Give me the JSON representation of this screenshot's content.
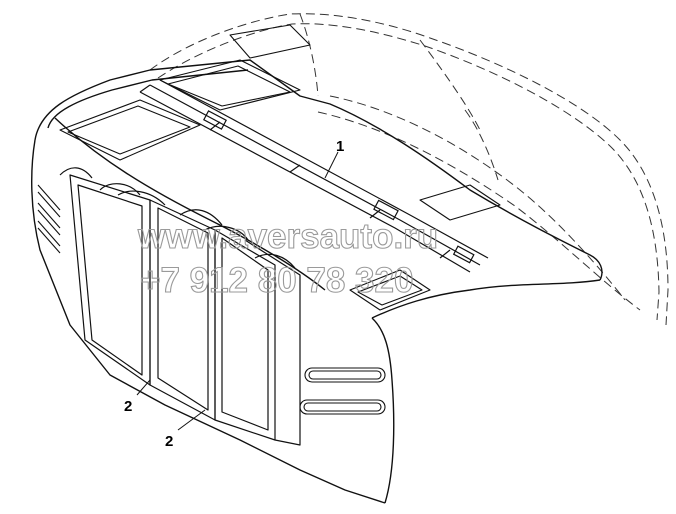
{
  "diagram": {
    "callouts": [
      {
        "id": "callout-1",
        "label": "1"
      },
      {
        "id": "callout-2a",
        "label": "2"
      },
      {
        "id": "callout-2b",
        "label": "2"
      }
    ],
    "watermark": {
      "line1": "www.aversauto.ru",
      "line2": "+7 912 80 78 320"
    }
  }
}
